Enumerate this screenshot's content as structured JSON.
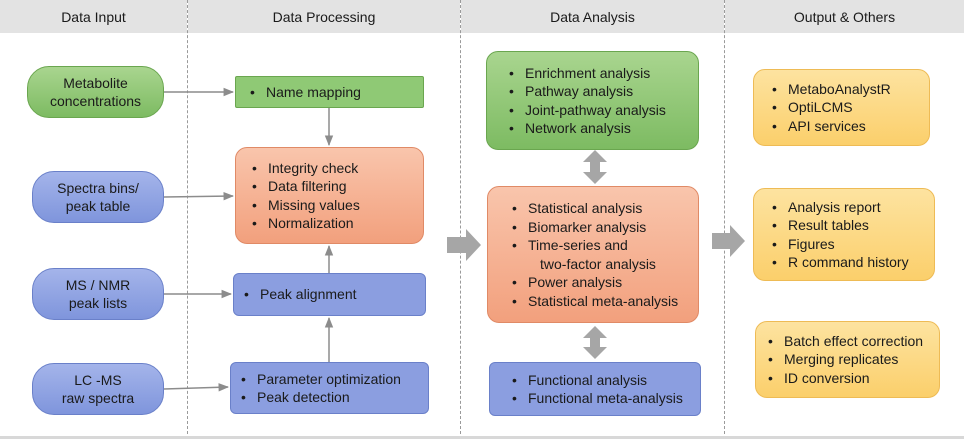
{
  "headers": [
    "Data Input",
    "Data Processing",
    "Data Analysis",
    "Output & Others"
  ],
  "inputs": [
    {
      "lines": [
        "Metabolite",
        "concentrations"
      ]
    },
    {
      "lines": [
        "Spectra bins/",
        "peak table"
      ]
    },
    {
      "lines": [
        "MS / NMR",
        "peak lists"
      ]
    },
    {
      "lines": [
        "LC -MS",
        "raw spectra"
      ]
    }
  ],
  "processing": {
    "name_mapping": [
      "Name mapping"
    ],
    "integrity": [
      "Integrity check",
      "Data filtering",
      "Missing values",
      "Normalization"
    ],
    "peak_alignment": [
      "Peak alignment"
    ],
    "lcms": [
      "Parameter optimization",
      "Peak detection"
    ]
  },
  "analysis": {
    "enrichment": [
      "Enrichment analysis",
      "Pathway analysis",
      "Joint-pathway analysis",
      "Network analysis"
    ],
    "statistical": [
      "Statistical analysis",
      "Biomarker analysis",
      "Time-series and",
      "two-factor analysis",
      "Power analysis",
      "Statistical meta-analysis"
    ],
    "functional": [
      "Functional analysis",
      "Functional meta-analysis"
    ]
  },
  "outputs": {
    "tools": [
      "MetaboAnalystR",
      "OptiLCMS",
      "API services"
    ],
    "reports": [
      "Analysis report",
      "Result tables",
      "Figures",
      "R command history"
    ],
    "utilities": [
      "Batch effect correction",
      "Merging replicates",
      "ID conversion"
    ]
  },
  "colors": {
    "header_bg": "#e3e3e3",
    "green": "#8fc975",
    "blue": "#8b9ee0",
    "salmon": "#f4ab8a",
    "yellow": "#fcd77e",
    "arrow": "#8c8c8c",
    "big_arrow": "#a6a6a6"
  }
}
